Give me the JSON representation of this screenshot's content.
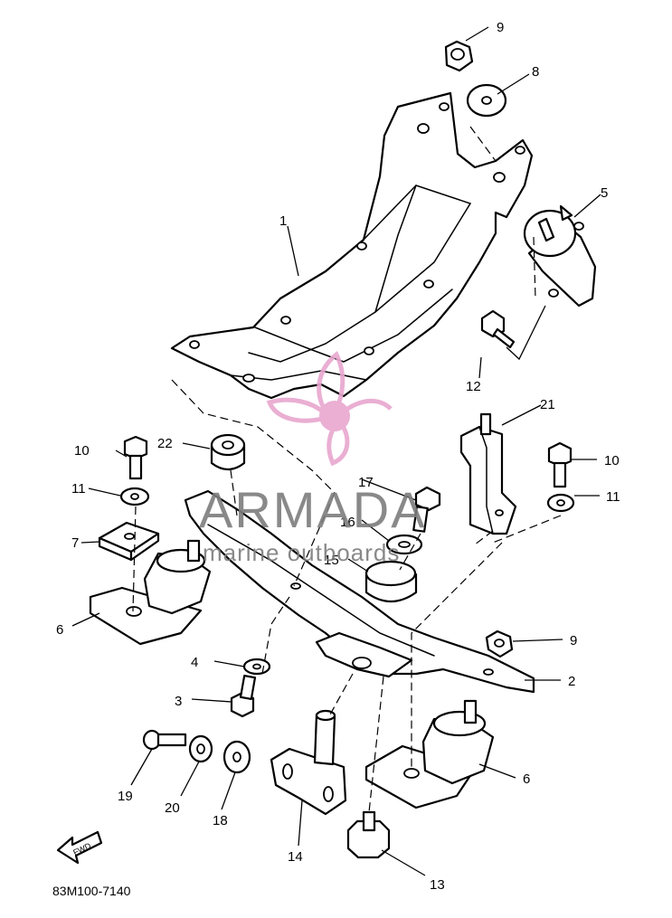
{
  "diagram_code": "83M100-7140",
  "fwd_label": "FWD",
  "watermark": {
    "brand": "ARMADA",
    "tagline": "marine outboards",
    "colors": {
      "logo": "#e8a7cf",
      "text": "#8a8a8a"
    }
  },
  "callouts": [
    "1",
    "2",
    "3",
    "4",
    "5",
    "6",
    "6",
    "7",
    "8",
    "9",
    "9",
    "10",
    "10",
    "11",
    "11",
    "12",
    "13",
    "14",
    "15",
    "16",
    "17",
    "18",
    "19",
    "20",
    "21",
    "22"
  ]
}
